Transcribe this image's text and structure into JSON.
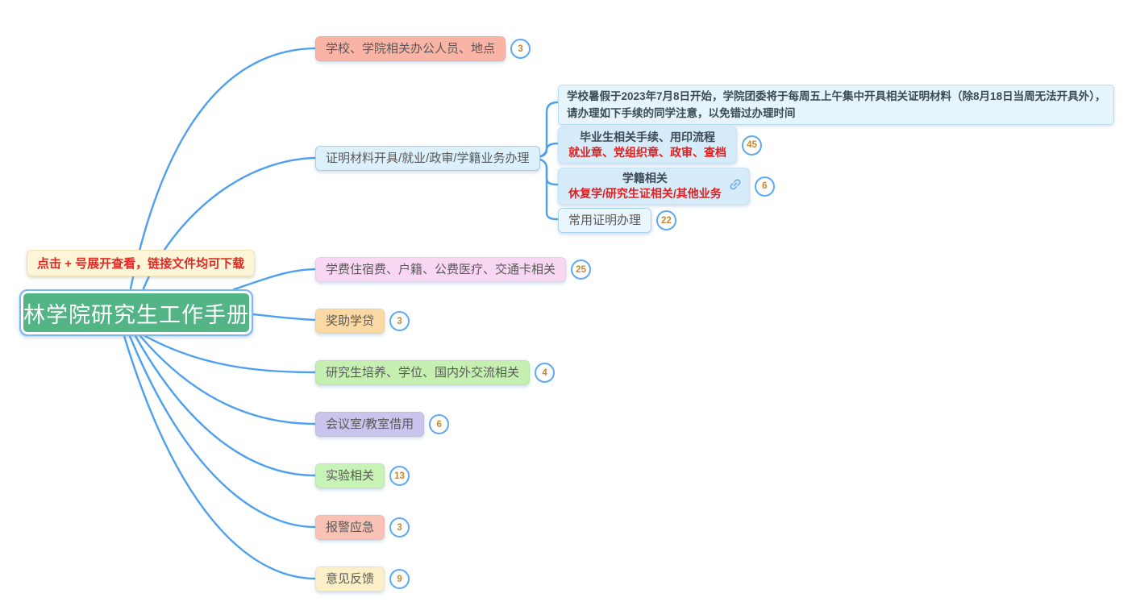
{
  "palette": {
    "line_blue": "#4da0f0",
    "badge_border": "#5fa9f1",
    "badge_number": "#c9862f",
    "root_fill": "#53b586",
    "root_border": "#79b7f3",
    "note_fill": "#fdf5d7",
    "note_text_red": "#e12a26",
    "alert_text_red": "#e02020",
    "blue_child_fill": "#d7ecfa"
  },
  "root": {
    "label": "林学院研究生工作手册"
  },
  "note": {
    "label": "点击 + 号展开查看，链接文件均可下载"
  },
  "branches": [
    {
      "label": "学校、学院相关办公人员、地点",
      "badge": "3"
    },
    {
      "label": "证明材料开具/就业/政审/学籍业务办理",
      "children": {
        "notice": {
          "line1": "学校暑假于2023年7月8日开始，学院团委将于每周五上午集中开具相关证明材料（除8月18日当周无法开具外），",
          "line2": "请办理如下手续的同学注意，以免错过办理时间"
        },
        "graduate": {
          "title": "毕业生相关手续、用印流程",
          "subtitle": "就业章、党组织章、政审、查档",
          "badge": "45"
        },
        "status": {
          "title": "学籍相关",
          "subtitle": "休复学/研究生证相关/其他业务",
          "badge": "6",
          "icon": "link-icon"
        },
        "common": {
          "label": "常用证明办理",
          "badge": "22"
        }
      }
    },
    {
      "label": "学费住宿费、户籍、公费医疗、交通卡相关",
      "badge": "25"
    },
    {
      "label": "奖助学贷",
      "badge": "3"
    },
    {
      "label": "研究生培养、学位、国内外交流相关",
      "badge": "4"
    },
    {
      "label": "会议室/教室借用",
      "badge": "6"
    },
    {
      "label": "实验相关",
      "badge": "13"
    },
    {
      "label": "报警应急",
      "badge": "3"
    },
    {
      "label": "意见反馈",
      "badge": "9"
    }
  ]
}
